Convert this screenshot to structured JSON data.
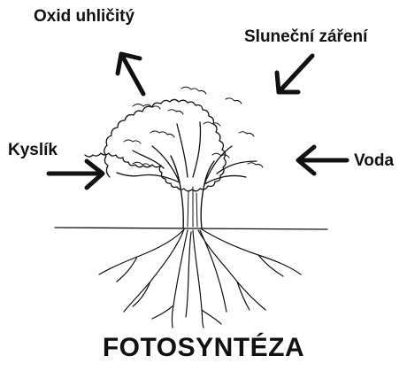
{
  "diagram": {
    "labels": {
      "oxid": "Oxid uhličitý",
      "slunce": "Sluneční záření",
      "kyslik": "Kyslík",
      "voda": "Voda"
    },
    "title": "FOTOSYNTÉZA",
    "illustration": "tree-with-roots",
    "colors": {
      "ink": "#111111",
      "background": "#ffffff"
    }
  }
}
